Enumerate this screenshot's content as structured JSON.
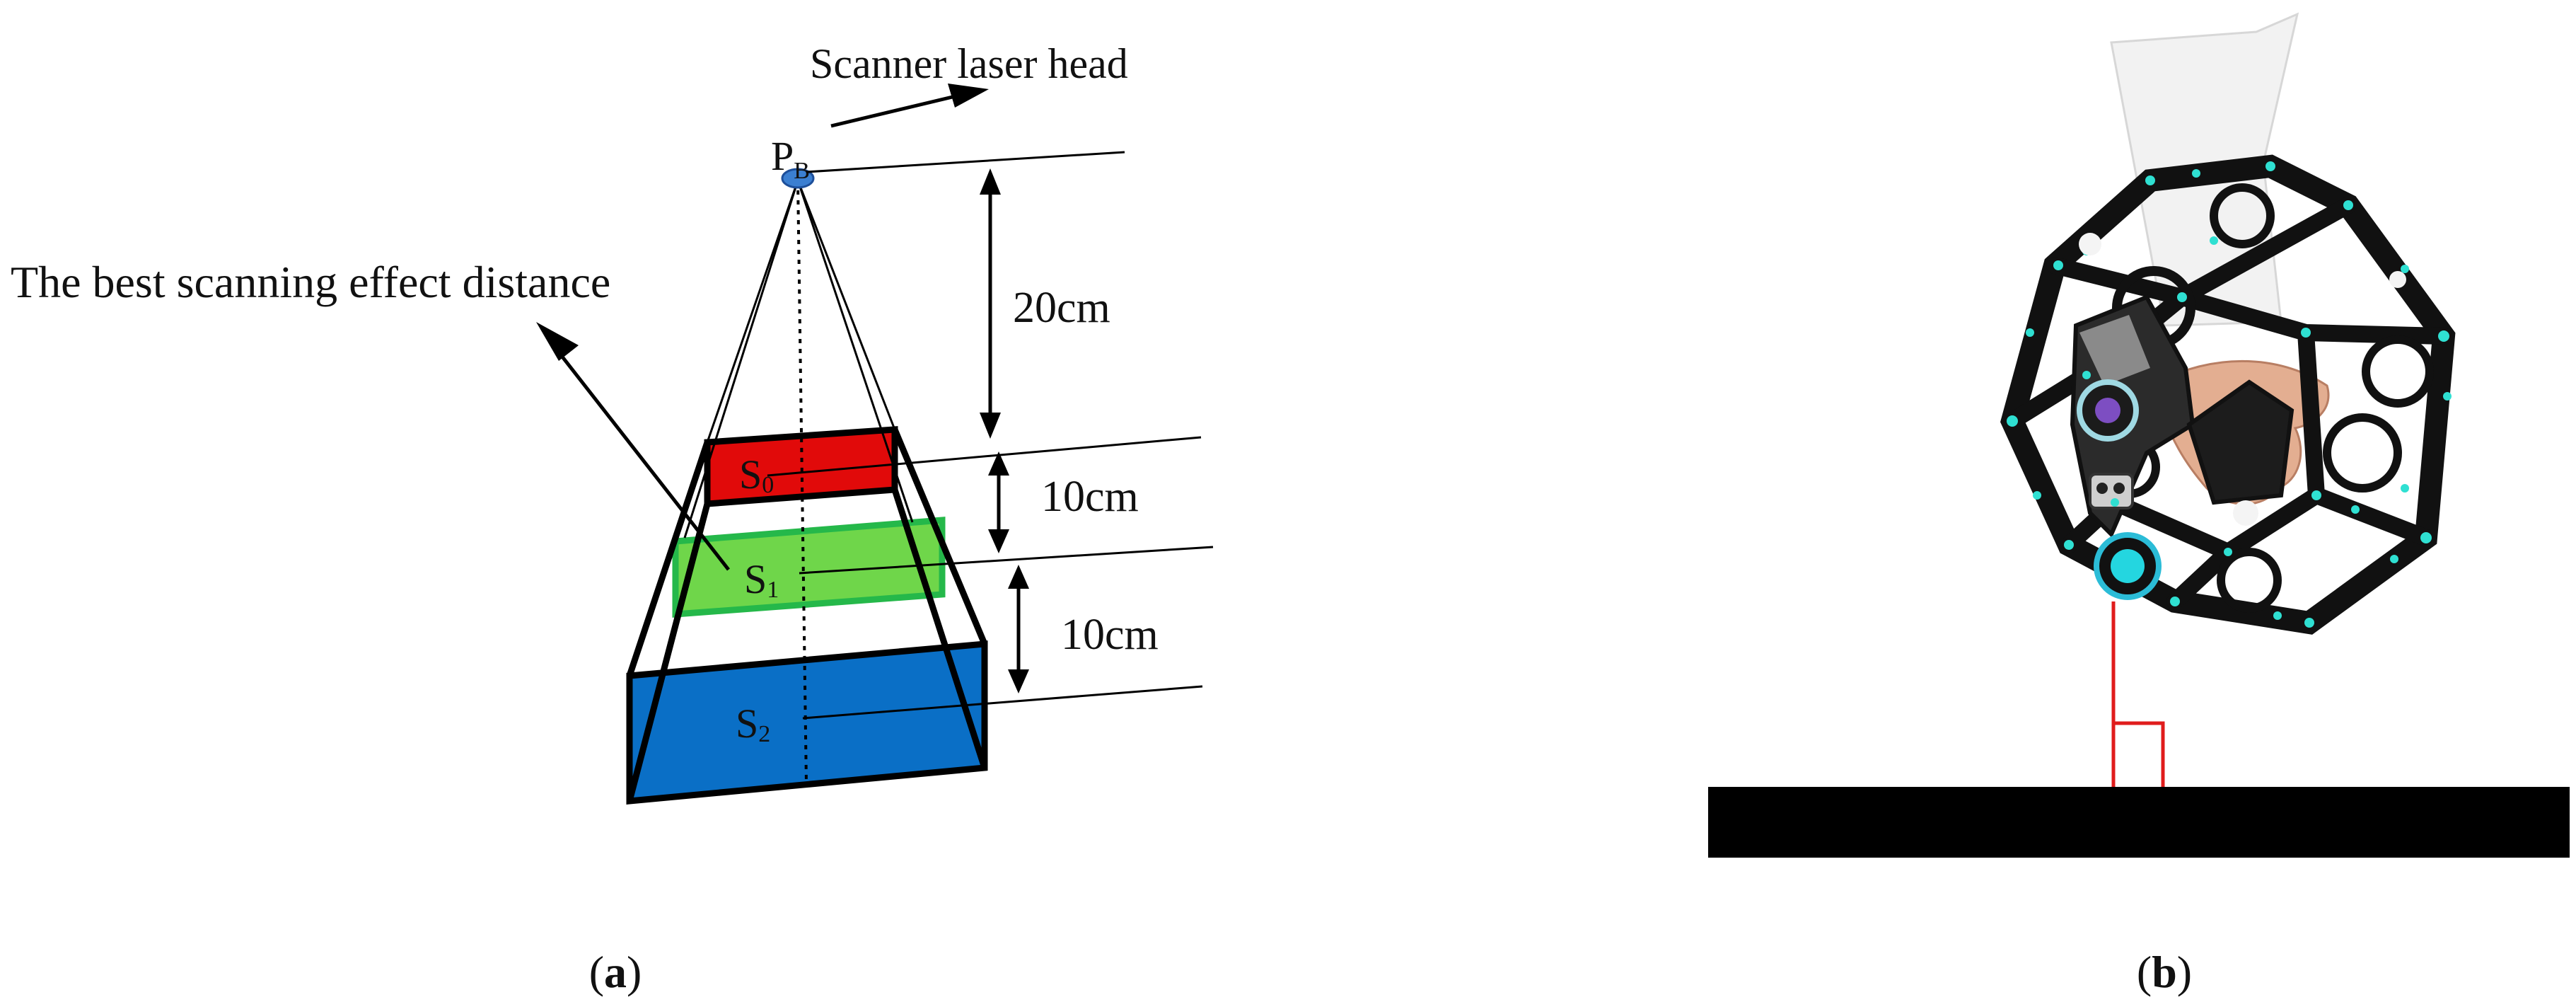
{
  "panel_a": {
    "annotation_head": "Scanner laser head",
    "point_label": "P",
    "point_label_sub": "B",
    "annotation_best": "The best scanning effect distance",
    "dim_top": "20cm",
    "dim_mid": "10cm",
    "dim_bottom": "10cm",
    "plane_s0": "S",
    "plane_s0_sub": "0",
    "plane_s1": "S",
    "plane_s1_sub": "1",
    "plane_s2": "S",
    "plane_s2_sub": "2",
    "caption_letter": "a",
    "colors": {
      "s0": "#e10a0a",
      "s1": "#6fd64a",
      "s1_border": "#25b84a",
      "s2": "#0a6fc6",
      "point": "#3b7fd1"
    }
  },
  "panel_b": {
    "caption_letter": "b",
    "icons": [
      "handheld-3d-scanner-icon",
      "hand-icon"
    ],
    "colors": {
      "beam": "#e01c1c",
      "table": "#000000",
      "lens": "#24d6e0"
    }
  }
}
